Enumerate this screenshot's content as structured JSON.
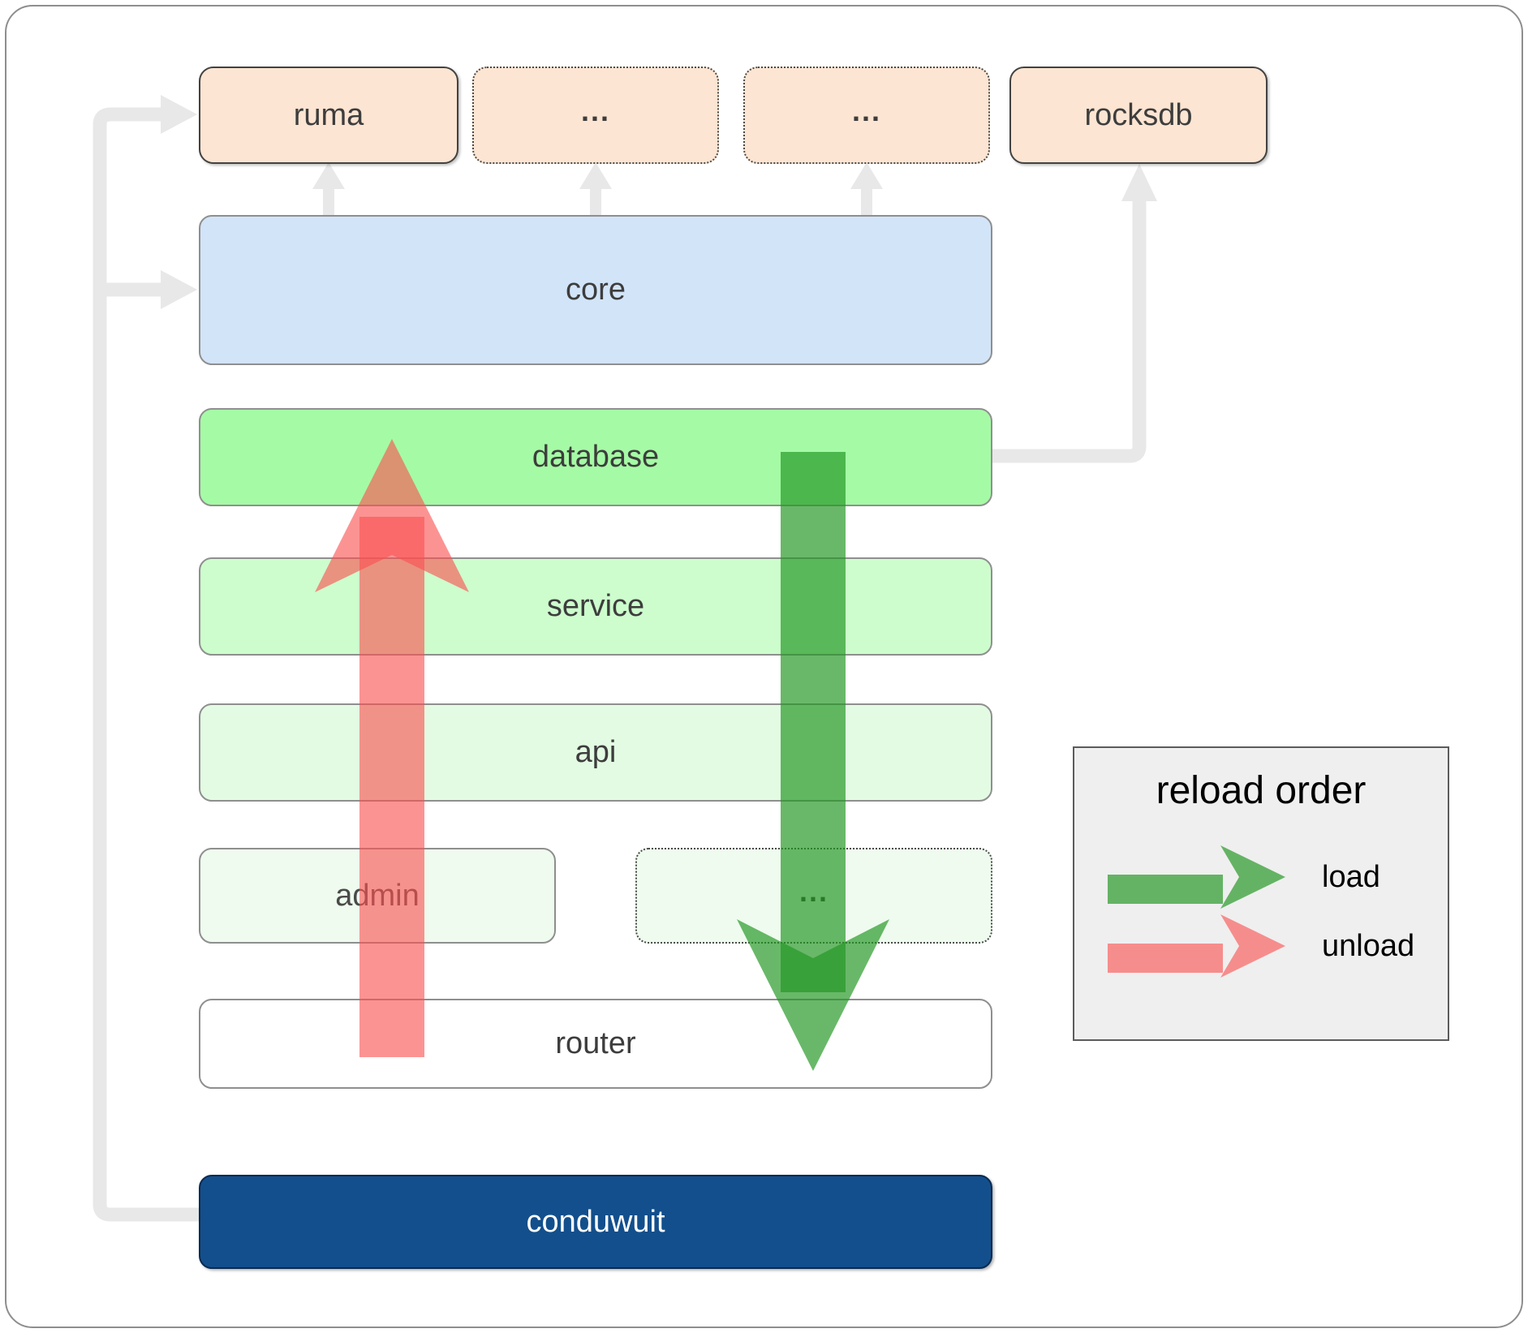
{
  "boxes": {
    "ruma": {
      "label": "ruma"
    },
    "ellipsis_top_1": {
      "label": "..."
    },
    "ellipsis_top_2": {
      "label": "..."
    },
    "rocksdb": {
      "label": "rocksdb"
    },
    "core": {
      "label": "core"
    },
    "database": {
      "label": "database"
    },
    "service": {
      "label": "service"
    },
    "api": {
      "label": "api"
    },
    "admin": {
      "label": "admin"
    },
    "ellipsis_mid": {
      "label": "..."
    },
    "router": {
      "label": "router"
    },
    "conduwuit": {
      "label": "conduwuit"
    }
  },
  "legend": {
    "title": "reload order",
    "items": [
      {
        "label": "load",
        "color": "#229622"
      },
      {
        "label": "unload",
        "color": "#fa5050"
      }
    ]
  },
  "colors": {
    "peach": "#fce5d2",
    "blue": "#d2e4f8",
    "green-bright": "#a5fba5",
    "green-light": "#cdfdcd",
    "green-lighter": "#e3fbe3",
    "green-faint": "#eefbee",
    "white": "#ffffff",
    "navy": "#134f8c",
    "navy-border": "#0a2a52",
    "connector": "#e8e8e8",
    "arrow-green": "#229622",
    "arrow-red": "#fa5050",
    "legend-bg": "#efefef",
    "legend-border": "#5c5c5c",
    "label": "#3d3d3d",
    "border-gray": "#8f8f8f",
    "border-dark": "#424242",
    "frame": "#8e8e8e"
  }
}
